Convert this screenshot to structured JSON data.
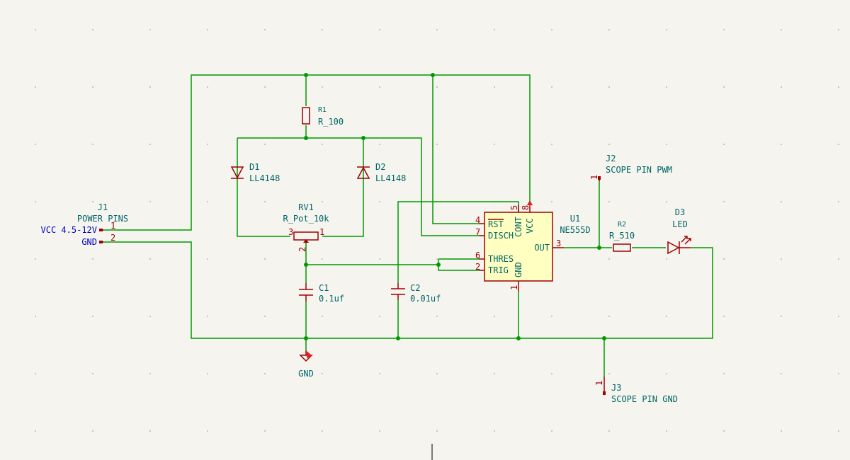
{
  "labels": {
    "vcc": "VCC 4.5-12V",
    "gnd": "GND"
  },
  "components": {
    "j1": {
      "ref": "J1",
      "value": "POWER PINS",
      "pin1": "1",
      "pin2": "2"
    },
    "r1": {
      "ref": "R1",
      "value": "R_100"
    },
    "d1": {
      "ref": "D1",
      "value": "LL4148"
    },
    "d2": {
      "ref": "D2",
      "value": "LL4148"
    },
    "rv1": {
      "ref": "RV1",
      "value": "R_Pot_10k",
      "pin1": "1",
      "pin2": "2",
      "pin3": "3"
    },
    "c1": {
      "ref": "C1",
      "value": "0.1uf"
    },
    "c2": {
      "ref": "C2",
      "value": "0.01uf"
    },
    "u1": {
      "ref": "U1",
      "value": "NE555D",
      "pins": {
        "rst": "RST",
        "disch": "DISCH",
        "thres": "THRES",
        "trig": "TRIG",
        "cont": "CONT",
        "vcc": "VCC",
        "gnd": "GND",
        "out": "OUT"
      },
      "nums": {
        "p1": "1",
        "p2": "2",
        "p3": "3",
        "p4": "4",
        "p5": "5",
        "p6": "6",
        "p7": "7",
        "p8": "8"
      }
    },
    "r2": {
      "ref": "R2",
      "value": "R_510"
    },
    "d3": {
      "ref": "D3",
      "value": "LED"
    },
    "j2": {
      "ref": "J2",
      "value": "SCOPE PIN PWM",
      "pin": "1"
    },
    "j3": {
      "ref": "J3",
      "value": "SCOPE PIN GND",
      "pin": "1"
    },
    "gnd_symbol": {
      "label": "GND"
    }
  },
  "colors": {
    "wire": "#009a00",
    "symbol": "#a00000",
    "text": "#006666",
    "label": "#0000c0",
    "body": "#ffffc2",
    "background": "#f5f4ef"
  }
}
